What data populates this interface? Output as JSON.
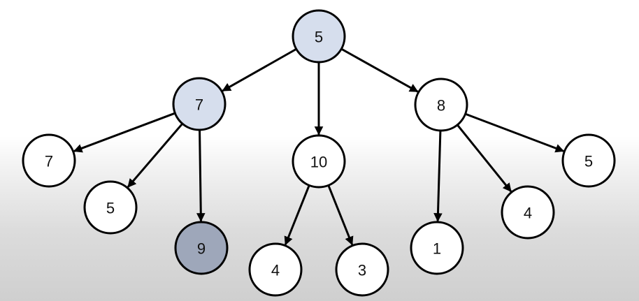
{
  "tree": {
    "colors": {
      "default_fill": "#ffffff",
      "path_fill": "#d6deed",
      "target_fill": "#9ea7ba",
      "stroke": "#000000"
    },
    "nodes": [
      {
        "id": "root",
        "label": "5",
        "state": "path"
      },
      {
        "id": "left",
        "label": "7",
        "state": "path"
      },
      {
        "id": "middle",
        "label": "10",
        "state": "default"
      },
      {
        "id": "right",
        "label": "8",
        "state": "default"
      },
      {
        "id": "left-left",
        "label": "7",
        "state": "default"
      },
      {
        "id": "left-middle",
        "label": "5",
        "state": "default"
      },
      {
        "id": "left-right",
        "label": "9",
        "state": "target"
      },
      {
        "id": "middle-left",
        "label": "4",
        "state": "default"
      },
      {
        "id": "middle-right",
        "label": "3",
        "state": "default"
      },
      {
        "id": "right-left",
        "label": "1",
        "state": "default"
      },
      {
        "id": "right-middle",
        "label": "4",
        "state": "default"
      },
      {
        "id": "right-right",
        "label": "5",
        "state": "default"
      }
    ],
    "edges": [
      {
        "from": "root",
        "to": "left"
      },
      {
        "from": "root",
        "to": "middle"
      },
      {
        "from": "root",
        "to": "right"
      },
      {
        "from": "left",
        "to": "left-left"
      },
      {
        "from": "left",
        "to": "left-middle"
      },
      {
        "from": "left",
        "to": "left-right"
      },
      {
        "from": "middle",
        "to": "middle-left"
      },
      {
        "from": "middle",
        "to": "middle-right"
      },
      {
        "from": "right",
        "to": "right-left"
      },
      {
        "from": "right",
        "to": "right-middle"
      },
      {
        "from": "right",
        "to": "right-right"
      }
    ]
  }
}
